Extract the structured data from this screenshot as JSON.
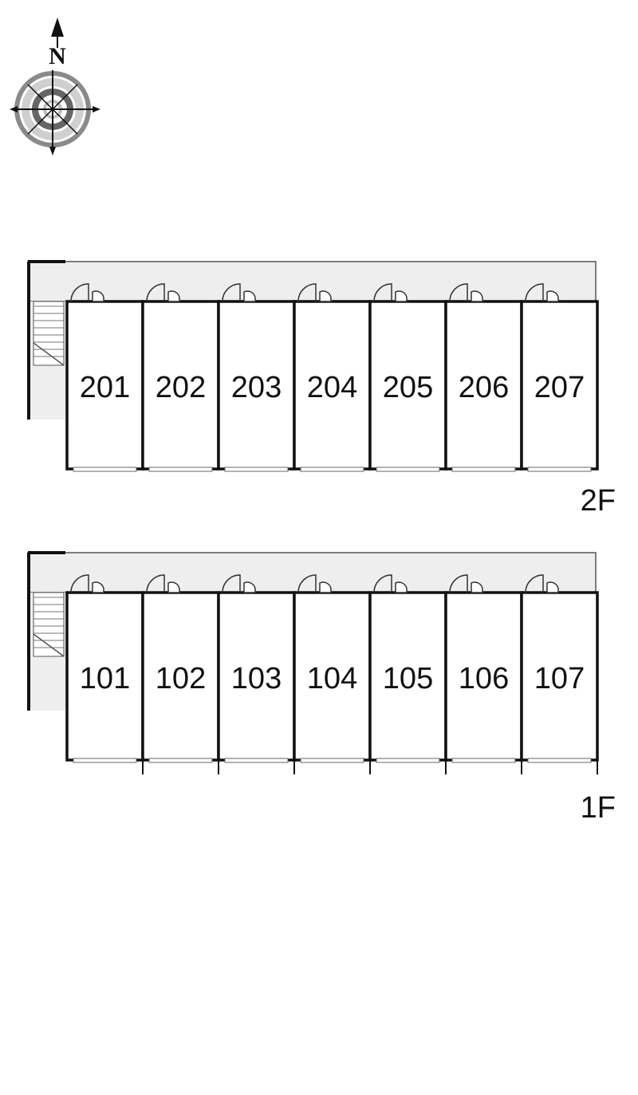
{
  "compass": {
    "label": "N",
    "icon": "compass-rose-icon"
  },
  "floors": [
    {
      "id": "2F",
      "label": "2F",
      "units": [
        "201",
        "202",
        "203",
        "204",
        "205",
        "206",
        "207"
      ]
    },
    {
      "id": "1F",
      "label": "1F",
      "units": [
        "101",
        "102",
        "103",
        "104",
        "105",
        "106",
        "107"
      ]
    }
  ],
  "colors": {
    "wall": "#111111",
    "corridor": "#eeeeee",
    "compass_ring": "#888888"
  }
}
